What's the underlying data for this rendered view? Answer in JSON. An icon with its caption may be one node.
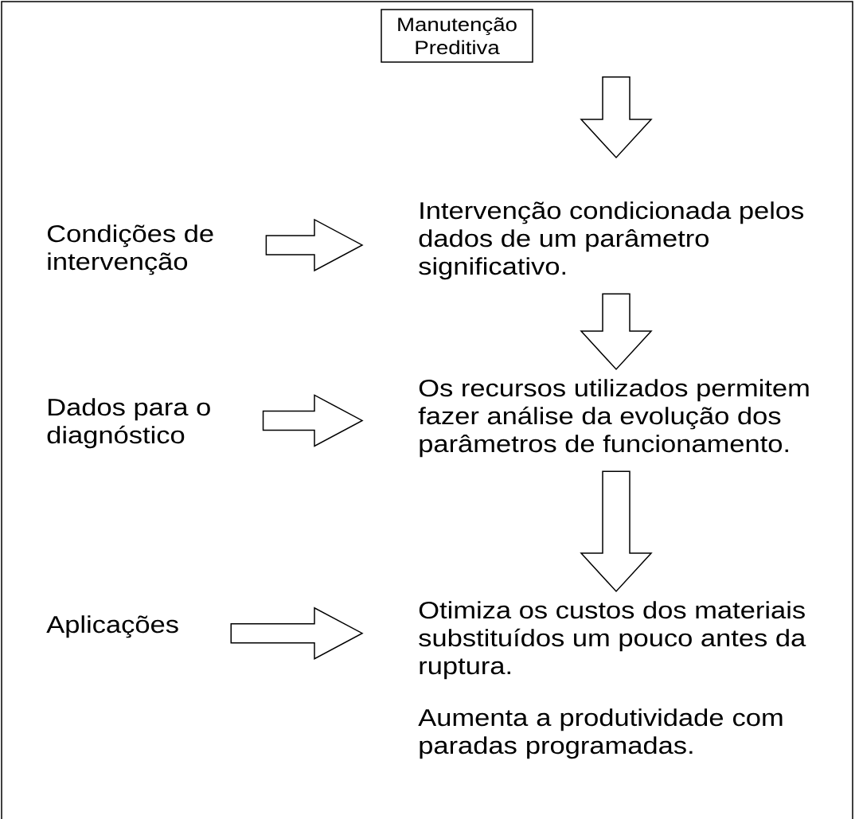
{
  "diagram": {
    "nodes": [
      {
        "text": [
          "Manutenção Preditiva"
        ]
      },
      {
        "text": [
          "Condições de intervenção"
        ]
      },
      {
        "text": [
          "Intervenção condicionada pelos dados de um parâmetro significativo."
        ]
      },
      {
        "text": [
          "Dados para o diagnóstico"
        ]
      },
      {
        "text": [
          "Os recursos utilizados permitem fazer análise da evolução dos parâmetros de funcionamento."
        ]
      },
      {
        "text": [
          "Aplicações"
        ]
      },
      {
        "text": [
          "Otimiza os custos dos materiais substituídos um pouco antes da ruptura."
        ]
      }
    ],
    "labels": [
      "Aumenta a produtividade com paradas programadas."
    ],
    "edges": [
      {
        "from": 0,
        "to": 2,
        "arrow": "to"
      },
      {
        "from": 1,
        "to": 2,
        "arrow": "to"
      },
      {
        "from": 2,
        "to": 4,
        "arrow": "to"
      },
      {
        "from": 3,
        "to": 4,
        "arrow": "to"
      },
      {
        "from": 4,
        "to": 6,
        "arrow": "to"
      },
      {
        "from": 5,
        "to": 6,
        "arrow": "to"
      }
    ]
  }
}
